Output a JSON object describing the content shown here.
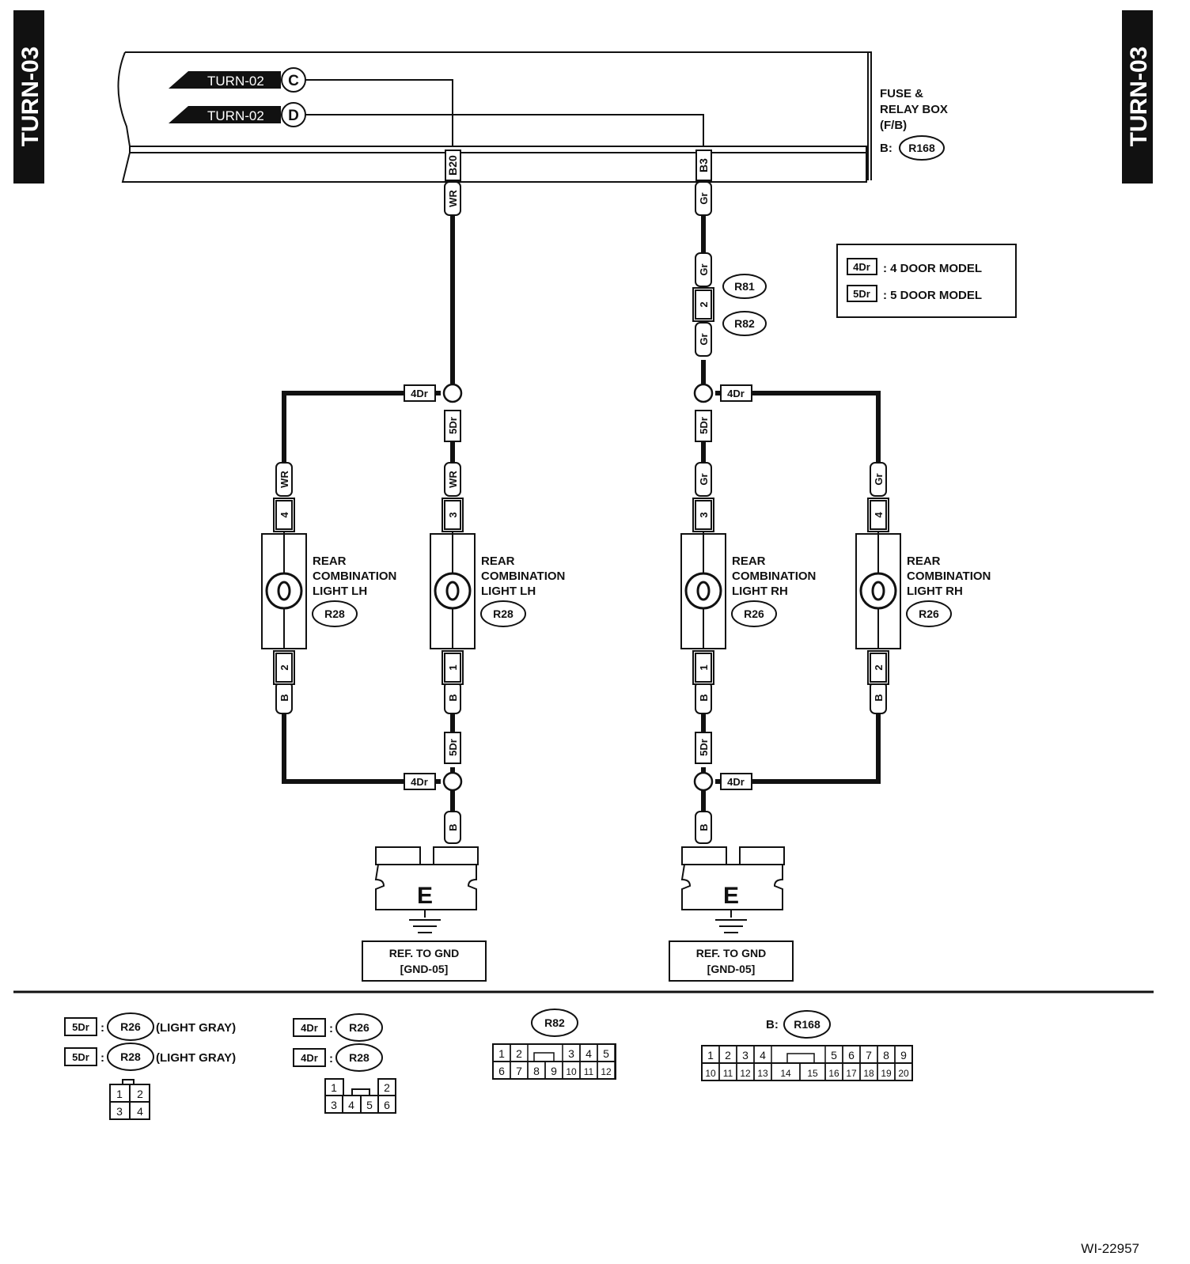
{
  "page_tab": "TURN-03",
  "figure_id": "WI-22957",
  "fuse_box": {
    "title_lines": [
      "FUSE &",
      "RELAY BOX",
      "(F/B)"
    ],
    "prefix": "B:",
    "connector": "R168"
  },
  "turn_refs": [
    {
      "text": "TURN-02",
      "letter": "C"
    },
    {
      "text": "TURN-02",
      "letter": "D"
    }
  ],
  "legend": [
    {
      "tag": "4Dr",
      "desc": ": 4 DOOR MODEL"
    },
    {
      "tag": "5Dr",
      "desc": ": 5 DOOR MODEL"
    }
  ],
  "pins": {
    "left": "B20",
    "right": "B3"
  },
  "wires": {
    "wr": "WR",
    "gr": "Gr",
    "b": "B"
  },
  "tags": {
    "four": "4Dr",
    "five": "5Dr"
  },
  "inline_connectors": [
    "R81",
    "R82"
  ],
  "inline_pin": "2",
  "lamps": [
    {
      "lines": [
        "REAR",
        "COMBINATION",
        "LIGHT LH"
      ],
      "connector": "R28",
      "pin_top": "4",
      "pin_bottom": "2"
    },
    {
      "lines": [
        "REAR",
        "COMBINATION",
        "LIGHT LH"
      ],
      "connector": "R28",
      "pin_top": "3",
      "pin_bottom": "1"
    },
    {
      "lines": [
        "REAR",
        "COMBINATION",
        "LIGHT RH"
      ],
      "connector": "R26",
      "pin_top": "3",
      "pin_bottom": "1"
    },
    {
      "lines": [
        "REAR",
        "COMBINATION",
        "LIGHT RH"
      ],
      "connector": "R26",
      "pin_top": "4",
      "pin_bottom": "2"
    }
  ],
  "grounds": [
    {
      "letter": "E",
      "ref_lines": [
        "REF. TO GND",
        "[GND-05]"
      ]
    },
    {
      "letter": "E",
      "ref_lines": [
        "REF. TO GND",
        "[GND-05]"
      ]
    }
  ],
  "connector_views": {
    "five_door": [
      {
        "tag": "5Dr",
        "sep": ":",
        "connector": "R26",
        "note": "(LIGHT GRAY)"
      },
      {
        "tag": "5Dr",
        "sep": ":",
        "connector": "R28",
        "note": "(LIGHT GRAY)"
      }
    ],
    "five_door_grid": [
      [
        "1",
        "2"
      ],
      [
        "3",
        "4"
      ]
    ],
    "four_door": [
      {
        "tag": "4Dr",
        "sep": ":",
        "connector": "R26"
      },
      {
        "tag": "4Dr",
        "sep": ":",
        "connector": "R28"
      }
    ],
    "four_door_grid": {
      "top": [
        "1",
        "2"
      ],
      "bottom": [
        "3",
        "4",
        "5",
        "6"
      ]
    },
    "r82": {
      "label": "R82",
      "top": [
        "1",
        "2",
        "3",
        "4",
        "5"
      ],
      "bottom": [
        "6",
        "7",
        "8",
        "9",
        "10",
        "11",
        "12"
      ]
    },
    "r168": {
      "prefix": "B:",
      "label": "R168",
      "top": [
        "1",
        "2",
        "3",
        "4",
        "5",
        "6",
        "7",
        "8",
        "9"
      ],
      "bottom": [
        "10",
        "11",
        "12",
        "13",
        "14",
        "15",
        "16",
        "17",
        "18",
        "19",
        "20"
      ]
    }
  }
}
